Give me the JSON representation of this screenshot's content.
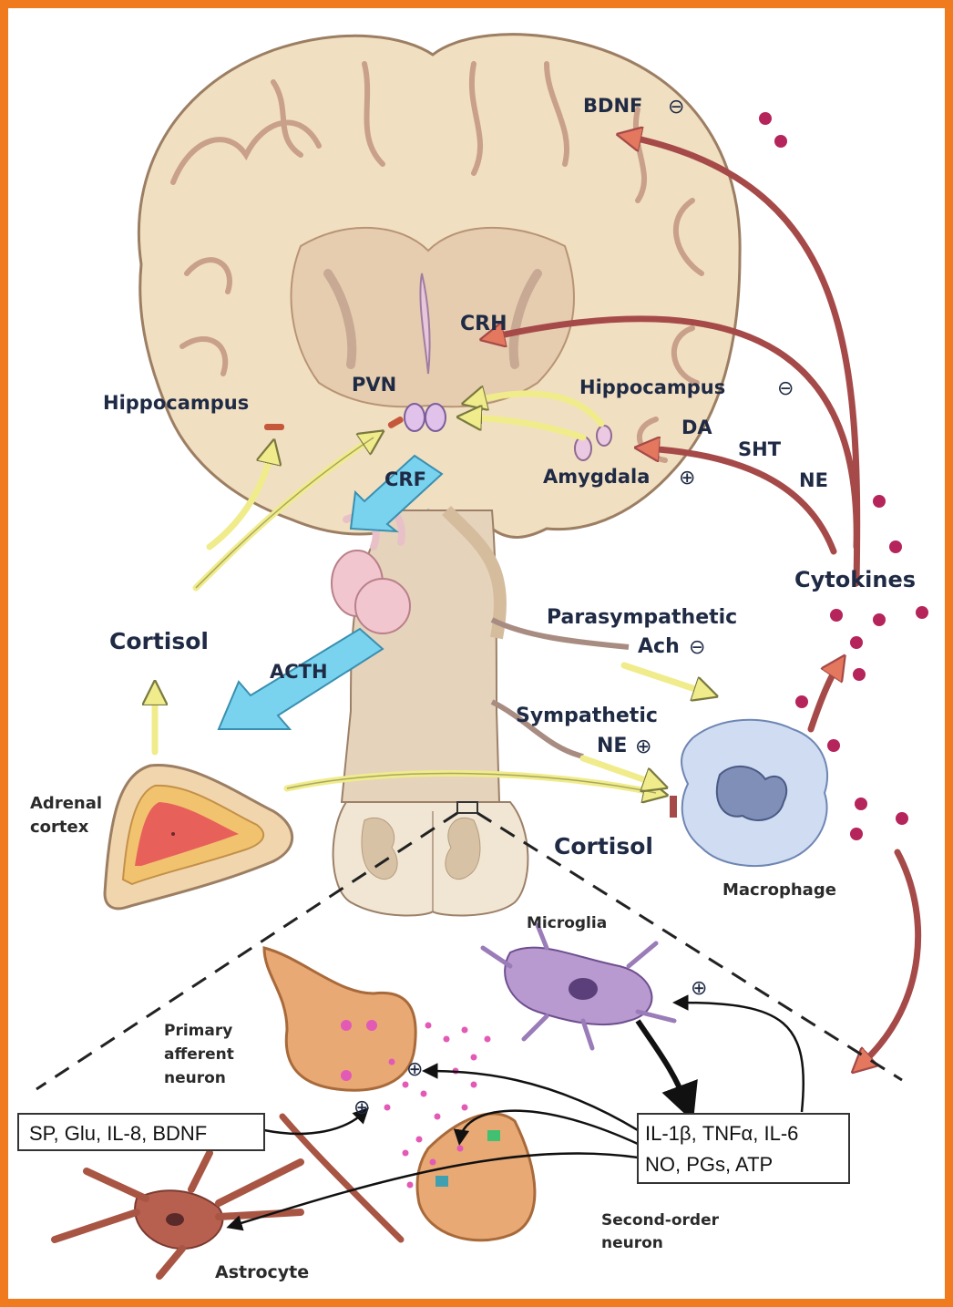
{
  "brain_labels": {
    "bdnf": "BDNF",
    "crh": "CRH",
    "pvn": "PVN",
    "hippocampus_left": "Hippocampus",
    "hippocampus_right": "Hippocampus",
    "da": "DA",
    "sht": "SHT",
    "ne_top": "NE",
    "amygdala": "Amygdala",
    "crf": "CRF",
    "cytokines": "Cytokines",
    "cortisol_left": "Cortisol",
    "acth": "ACTH",
    "parasympathetic": "Parasympathetic",
    "ach": "Ach",
    "sympathetic": "Sympathetic",
    "ne_sym": "NE",
    "adrenal_cortex_line1": "Adrenal",
    "adrenal_cortex_line2": "cortex",
    "cortisol_right": "Cortisol",
    "macrophage": "Macrophage"
  },
  "spinal_labels": {
    "microglia": "Microglia",
    "primary_line1": "Primary",
    "primary_line2": "afferent",
    "primary_line3": "neuron",
    "second_line1": "Second-order",
    "second_line2": "neuron",
    "astrocyte": "Astrocyte"
  },
  "boxes": {
    "mediators_left": "SP, Glu, IL-8, BDNF",
    "mediators_right_line1": "IL-1β, TNFα, IL-6",
    "mediators_right_line2": "NO, PGs, ATP"
  },
  "signs": {
    "minus": "⊖",
    "plus": "⊕"
  },
  "colors": {
    "border": "#f07a1e",
    "brain_tissue": "#f1dfc2",
    "brain_gyri": "#c9a08a",
    "red_arrow": "#a54a48",
    "yellow_arrow": "#f0ec8c",
    "blue_arrow": "#79d3ef",
    "cytokine_dot": "#b5245a"
  }
}
